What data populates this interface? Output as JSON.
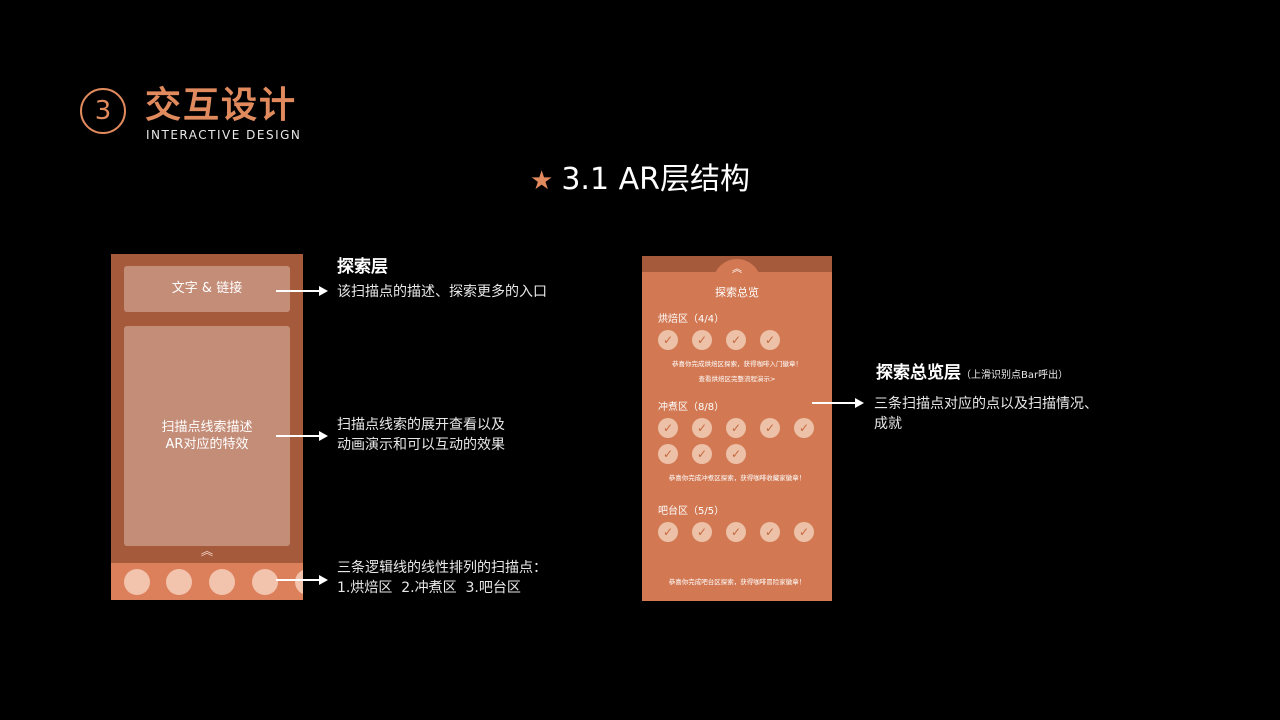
{
  "header": {
    "step_number": "3",
    "title_cn": "交互设计",
    "title_en": "INTERACTIVE DESIGN",
    "section_star": "★",
    "section_title": "3.1 AR层结构"
  },
  "left_mock": {
    "card_top_label": "文字 & 链接",
    "card_mid_line1": "扫描点线索描述",
    "card_mid_line2": "AR对应的特效",
    "chevron": "︽",
    "scan_point_count": 5
  },
  "left_annotations": {
    "layer_title": "探索层",
    "note1": "该扫描点的描述、探索更多的入口",
    "note2_line1": "扫描点线索的展开查看以及",
    "note2_line2": "动画演示和可以互动的效果",
    "note3_line1": "三条逻辑线的线性排列的扫描点：",
    "note3_line2": "1.烘焙区  2.冲煮区  3.吧台区"
  },
  "right_mock": {
    "chevron": "︽",
    "title": "探索总览",
    "check_glyph": "✓",
    "zones": [
      {
        "label": "烘焙区（4/4）",
        "checked": 4,
        "congrats": "恭喜你完成烘焙区探索，获得咖啡入门徽章！",
        "link": "查看烘焙区完整流程演示>"
      },
      {
        "label": "冲煮区（8/8）",
        "checked": 8,
        "congrats": "恭喜你完成冲煮区探索，获得咖啡收藏家徽章！"
      },
      {
        "label": "吧台区（5/5）",
        "checked": 5,
        "congrats": "恭喜你完成吧台区探索，获得咖啡冒险家徽章！"
      }
    ]
  },
  "right_annotations": {
    "layer_title": "探索总览层",
    "layer_hint": "（上滑识别点Bar呼出）",
    "note_line1": "三条扫描点对应的点以及扫描情况、",
    "note_line2": "成就"
  },
  "colors": {
    "accent": "#e08a5e",
    "panel_dark": "#a65a3c",
    "panel_orange": "#d27852",
    "card": "#c48d78"
  }
}
